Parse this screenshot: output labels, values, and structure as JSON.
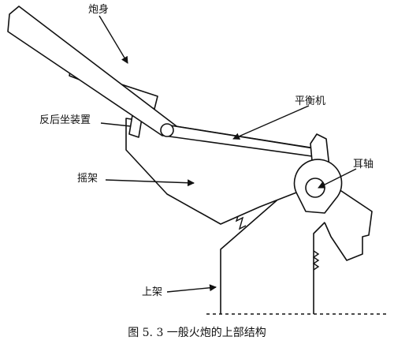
{
  "labels": {
    "barrel": "炮身",
    "balancer": "平衡机",
    "recoil": "反后坐装置",
    "trunnion": "耳轴",
    "cradle": "摇架",
    "carriage": "上架"
  },
  "caption": "图 5. 3    一般火炮的上部结构",
  "colors": {
    "ink": "#111111",
    "paper": "#ffffff"
  }
}
